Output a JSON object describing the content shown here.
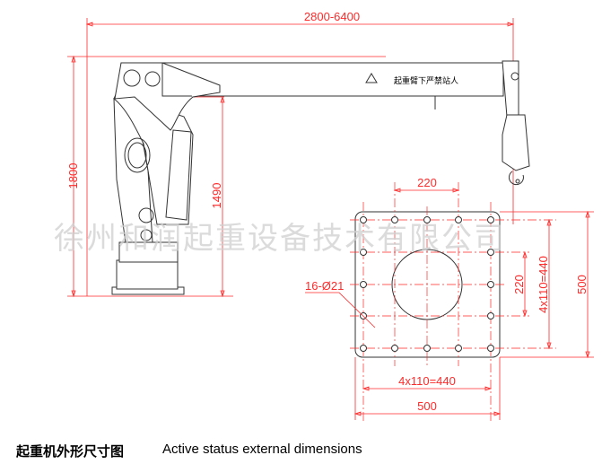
{
  "drawing": {
    "dimensions": {
      "boom_reach": "2800-6400",
      "total_height": "1800",
      "boom_pivot_height": "1490",
      "bolt_spacing_top": "220",
      "bolt_spacing_right": "220",
      "bolt_pattern_vertical": "4x110=440",
      "plate_height": "500",
      "bolt_pattern_horizontal": "4x110=440",
      "plate_width": "500",
      "holes": "16-Ø21"
    },
    "boom_warning": "起重臂下严禁站人",
    "watermark": "徐州和润起重设备技术有限公司"
  },
  "caption": {
    "chinese": "起重机外形尺寸图",
    "english": "Active status external dimensions"
  },
  "colors": {
    "dimension": "#ff2a2a",
    "outline": "#333333"
  }
}
